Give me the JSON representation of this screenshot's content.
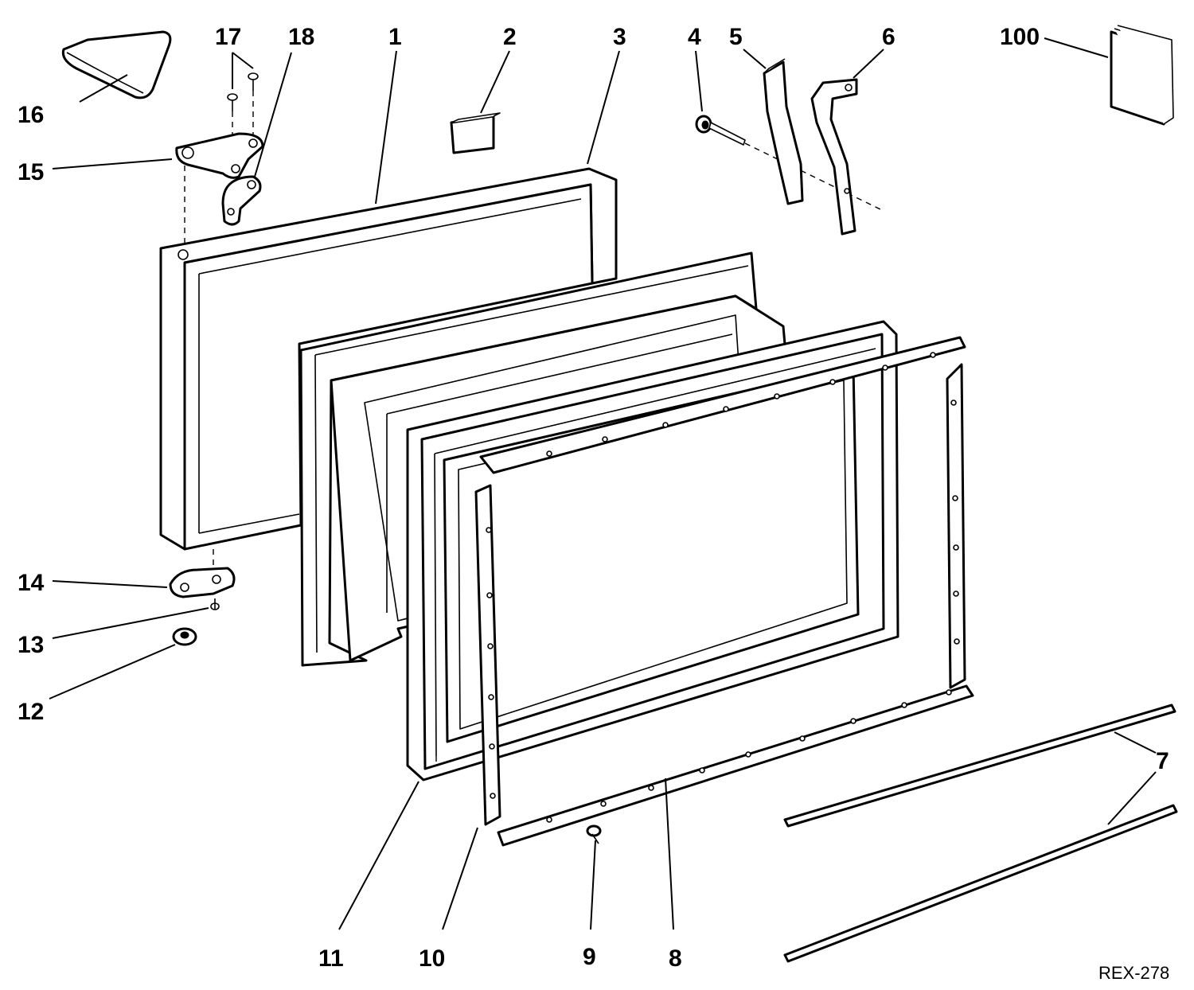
{
  "drawing_code": "REX-278",
  "callouts": [
    {
      "id": "c1",
      "label": "1"
    },
    {
      "id": "c2",
      "label": "2"
    },
    {
      "id": "c3",
      "label": "3"
    },
    {
      "id": "c4",
      "label": "4"
    },
    {
      "id": "c5",
      "label": "5"
    },
    {
      "id": "c6",
      "label": "6"
    },
    {
      "id": "c7",
      "label": "7"
    },
    {
      "id": "c8",
      "label": "8"
    },
    {
      "id": "c9",
      "label": "9"
    },
    {
      "id": "c10",
      "label": "10"
    },
    {
      "id": "c11",
      "label": "11"
    },
    {
      "id": "c12",
      "label": "12"
    },
    {
      "id": "c13",
      "label": "13"
    },
    {
      "id": "c14",
      "label": "14"
    },
    {
      "id": "c15",
      "label": "15"
    },
    {
      "id": "c16",
      "label": "16"
    },
    {
      "id": "c17",
      "label": "17"
    },
    {
      "id": "c18",
      "label": "18"
    },
    {
      "id": "c100",
      "label": "100"
    }
  ]
}
